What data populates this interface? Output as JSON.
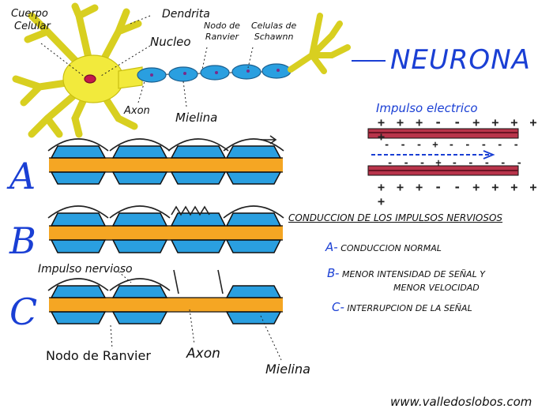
{
  "neuron": {
    "title": "NEURONA",
    "labels": {
      "cell_body": [
        "Cuerpo",
        "Celular"
      ],
      "dendrite": "Dendrita",
      "nucleus": "Nucleo",
      "node": [
        "Nodo de",
        "Ranvier"
      ],
      "schwann": [
        "Celulas de",
        "Schawnn"
      ],
      "axon": "Axon",
      "myelin": "Mielina"
    }
  },
  "impulse_diagram": {
    "title": "Impulso electrico",
    "top_signs": "+ + +  - - + + + + +",
    "inner_top_signs": "- - - +  - - - - -",
    "inner_bottom_signs": "- - - +  - - - - -",
    "bottom_signs": "+ + +  - - + + + + +"
  },
  "panels": {
    "a": "A",
    "b": "B",
    "c": "C"
  },
  "panel_labels": {
    "impulse": "Impulso nervioso",
    "node": "Nodo de Ranvier",
    "axon": "Axon",
    "myelin": "Mielina"
  },
  "legend": {
    "heading": "CONDUCCION DE LOS IMPULSOS NERVIOSOS",
    "items": [
      {
        "key": "A-",
        "text": [
          "CONDUCCION NORMAL"
        ]
      },
      {
        "key": "B-",
        "text": [
          "MENOR INTENSIDAD DE SEÑAL Y",
          "MENOR VELOCIDAD"
        ]
      },
      {
        "key": "C-",
        "text": [
          "INTERRUPCION DE LA SEÑAL"
        ]
      }
    ]
  },
  "footer": {
    "url": "www.valledoslobos.com"
  },
  "colors": {
    "neuron_body": "#f2ea3c",
    "myelin": "#2a9fe0",
    "axon_core": "#f5a623",
    "membrane_red": "#b8344a",
    "accent_blue": "#1a3fd4"
  }
}
